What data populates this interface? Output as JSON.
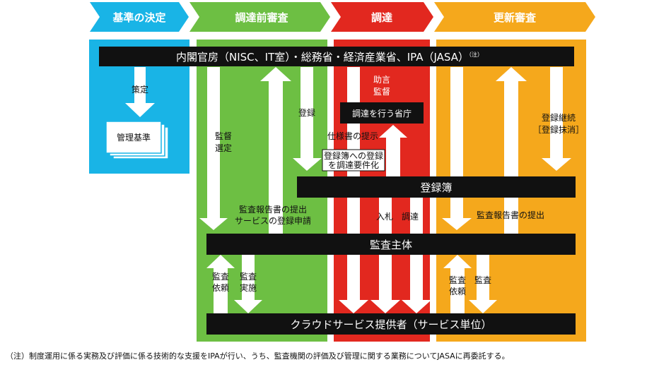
{
  "phases": [
    {
      "label": "基準の決定",
      "color": "#19b4e6"
    },
    {
      "label": "調達前審査",
      "color": "#6dbf43"
    },
    {
      "label": "調達",
      "color": "#e2281f"
    },
    {
      "label": "更新審査",
      "color": "#f5a81c"
    }
  ],
  "bars": {
    "top": {
      "main": "内閣官房（NISC、IT室）・総務省・経済産業省、IPA（JASA）",
      "sup": "（注）"
    },
    "procuring_agency": "調達を行う省庁",
    "registry": "登録簿",
    "auditor": "監査主体",
    "provider": "クラウドサービス提供者（サービス単位）"
  },
  "labels": {
    "establish": "策定",
    "management_standard": "管理基準",
    "supervise_select": [
      "監督",
      "選定"
    ],
    "register": "登録",
    "advise_supervise": [
      "助言",
      "監督"
    ],
    "spec_presentation": "仕様書の提示",
    "registry_requirement": [
      "登録簿への登録",
      "を調達要件化"
    ],
    "report_application": [
      "監査報告書の提出",
      "サービスの登録申請"
    ],
    "bid_procure": "入札　調達",
    "continue_cancel": [
      "登録継続",
      "［登録抹消］"
    ],
    "report_submission": "監査報告書の提出",
    "audit_request_a": [
      "監査",
      "依頼"
    ],
    "audit_implement": [
      "監査",
      "実施"
    ],
    "audit_request_b": [
      "監査",
      "依頼"
    ],
    "audit_b": "監査"
  },
  "note": "（注）制度運用に係る実務及び評価に係る技術的な支援をIPAが行い、うち、監査機関の評価及び管理に関する業務についてJASAに再委託する。"
}
